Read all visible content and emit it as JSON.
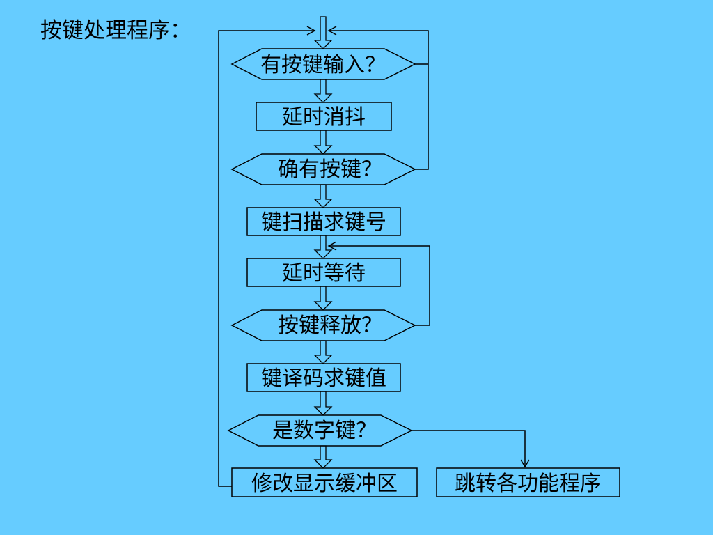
{
  "title": "按键处理程序：",
  "nodes": {
    "decision_key_input": "有按键输入？",
    "process_debounce": "延时消抖",
    "decision_key_confirmed": "确有按键？",
    "process_scan_key": "键扫描求键号",
    "process_wait": "延时等待",
    "decision_key_released": "按键释放？",
    "process_decode_key": "键译码求键值",
    "decision_is_digit": "是数字键？",
    "process_update_buffer": "修改显示缓冲区",
    "process_jump_function": "跳转各功能程序"
  }
}
